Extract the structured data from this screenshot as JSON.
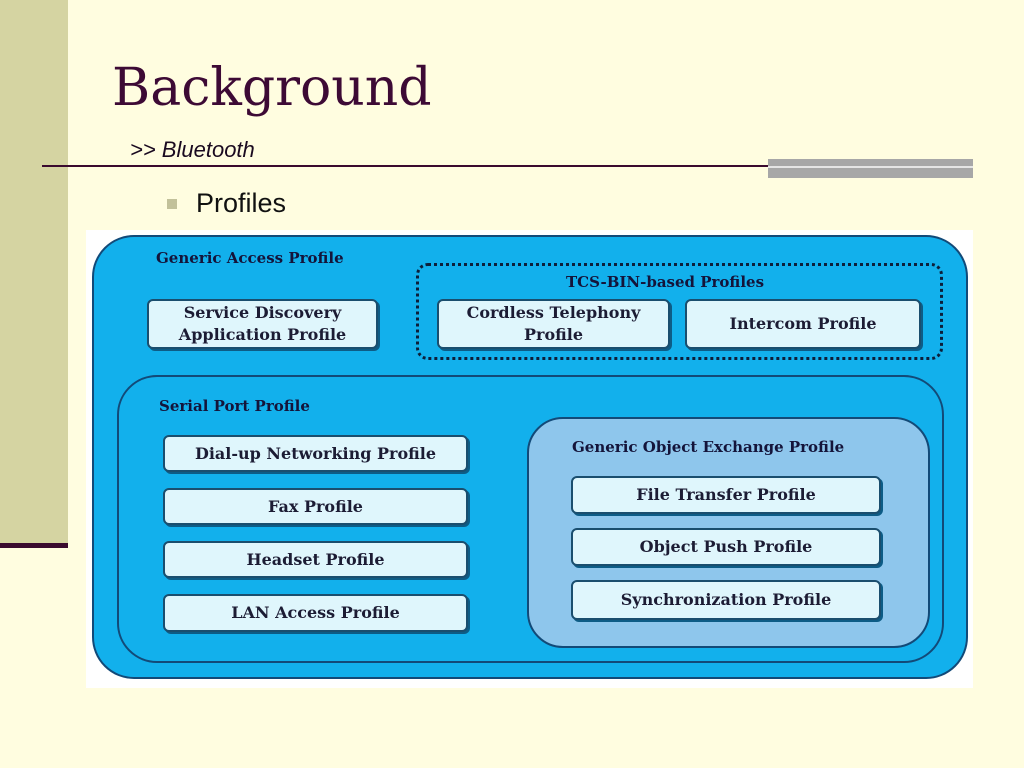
{
  "slide": {
    "title": "Background",
    "subtitle": ">> Bluetooth",
    "bullet": "Profiles"
  },
  "diagram": {
    "generic_access": "Generic Access Profile",
    "service_discovery": "Service Discovery Application Profile",
    "tcs_group": "TCS-BIN-based Profiles",
    "cordless": "Cordless Telephony Profile",
    "intercom": "Intercom Profile",
    "serial_port": "Serial Port Profile",
    "dialup": "Dial-up Networking Profile",
    "fax": "Fax Profile",
    "headset": "Headset Profile",
    "lan": "LAN Access Profile",
    "goep": "Generic Object Exchange Profile",
    "file_transfer": "File Transfer Profile",
    "object_push": "Object Push Profile",
    "sync": "Synchronization Profile"
  },
  "colors": {
    "background": "#fffde0",
    "side_band": "#d5d4a2",
    "title": "#3d0a35",
    "outer_profile": "#12b0ec",
    "object_exchange_profile": "#8ec6ec",
    "profile_box": "#dff6fc"
  }
}
